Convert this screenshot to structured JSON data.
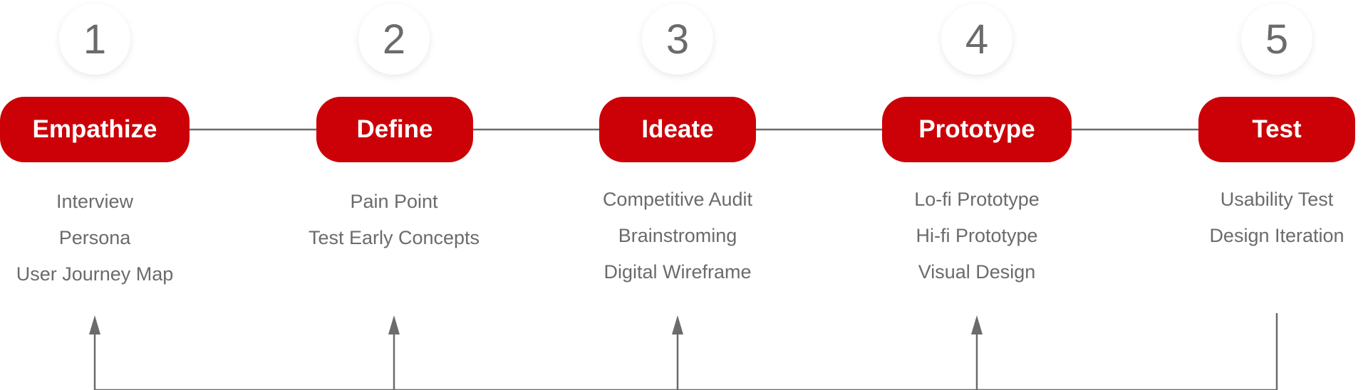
{
  "colors": {
    "accent": "#cc0007",
    "text": "#6b6b6b",
    "line": "#6b6b6b"
  },
  "stages": [
    {
      "number": "1",
      "label": "Empathize",
      "items": [
        "Interview",
        "Persona",
        "User Journey Map"
      ]
    },
    {
      "number": "2",
      "label": "Define",
      "items": [
        "Pain Point",
        "Test Early Concepts"
      ]
    },
    {
      "number": "3",
      "label": "Ideate",
      "items": [
        "Competitive Audit",
        "Brainstroming",
        "Digital Wireframe"
      ]
    },
    {
      "number": "4",
      "label": "Prototype",
      "items": [
        "Lo-fi Prototype",
        "Hi-fi Prototype",
        "Visual Design"
      ]
    },
    {
      "number": "5",
      "label": "Test",
      "items": [
        "Usability Test",
        "Design Iteration"
      ]
    }
  ]
}
